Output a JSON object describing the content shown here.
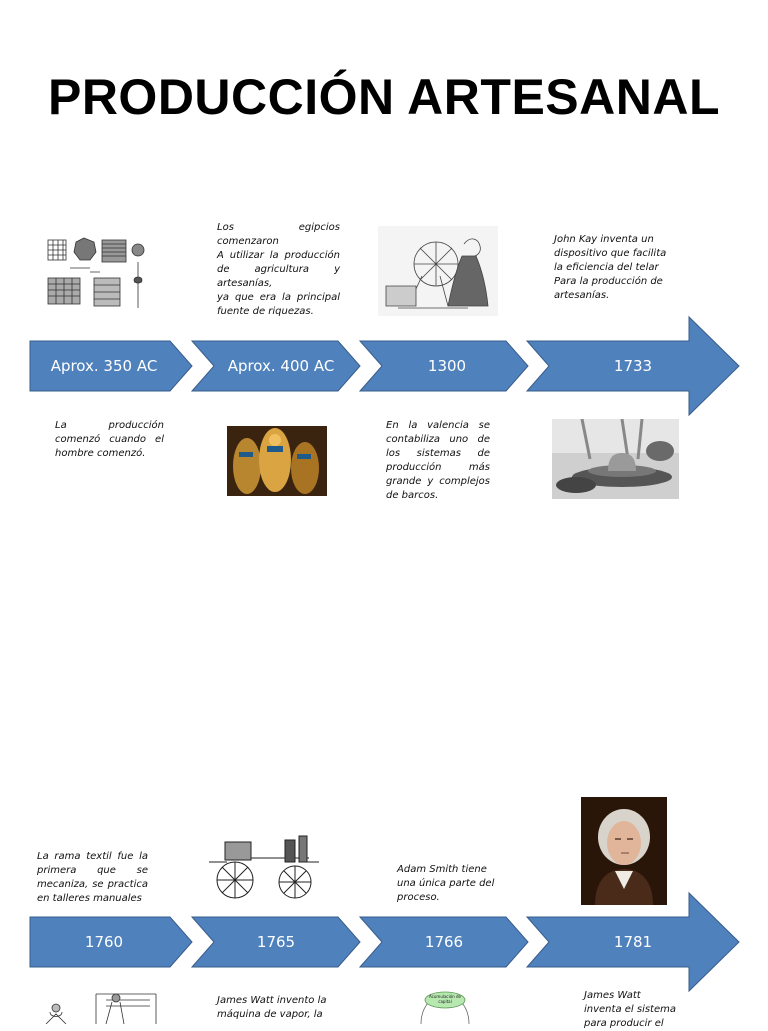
{
  "title": "PRODUCCIÓN ARTESANAL",
  "colors": {
    "arrow_fill": "#4f81bd",
    "arrow_stroke": "#385d8a",
    "arrow_text": "#ffffff"
  },
  "timeline1": {
    "arrows": [
      "Aprox. 350 AC",
      "Aprox. 400 AC",
      "1300",
      "1733"
    ],
    "notes": {
      "egipcios": [
        "Los egipcios",
        "comenzaron",
        "A utilizar la producción de agricultura y artesanías,",
        "ya que era la principal fuente de riquezas."
      ],
      "john_kay": [
        "John Kay inventa un dispositivo que facilita la eficiencia del telar",
        "Para la producción de artesanías."
      ],
      "produccion": [
        "La producción comenzó cuando el hombre comenzó."
      ],
      "valencia": [
        "En la valencia se contabiliza uno de los sistemas de producción más grande y complejos de barcos."
      ]
    },
    "images": [
      "woven-baskets-illustration",
      "spinning-wheel-woman-engraving",
      "egyptian-gold-statues-photo",
      "potters-wheel-photo"
    ]
  },
  "timeline2": {
    "arrows": [
      "1760",
      "1765",
      "1766",
      "1781"
    ],
    "notes": {
      "textil": [
        "La rama textil fue la primera que se mecaniza, se practica en talleres manuales"
      ],
      "adam_smith": [
        "Adam Smith tiene una única parte del proceso."
      ],
      "james_watt_vapor": [
        "James Watt invento la",
        "máquina de vapor, la"
      ],
      "james_watt_sistema": [
        "James Watt",
        "inventa el sistema",
        "para producir el"
      ]
    },
    "diagram_label": "Acumulación de capital",
    "images": [
      "steam-carriage-engraving",
      "james-watt-portrait",
      "loom-workers-illustration",
      "capital-cycle-diagram"
    ]
  }
}
